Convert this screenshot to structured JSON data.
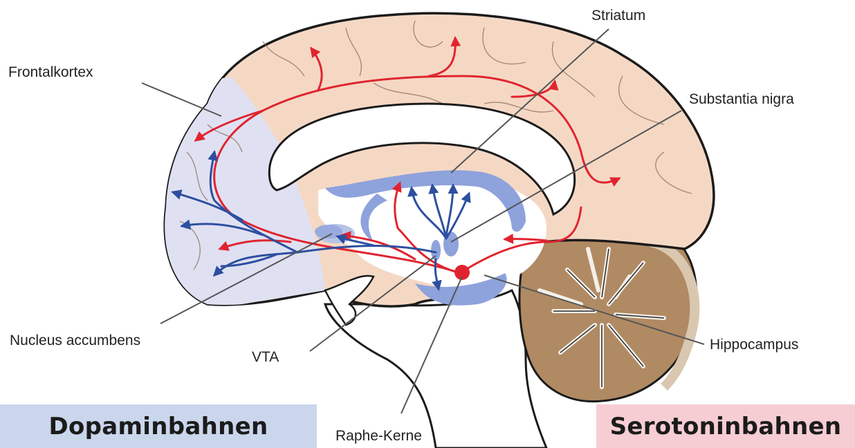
{
  "labels": {
    "frontal": "Frontalkortex",
    "striatum": "Striatum",
    "substantia": "Substantia nigra",
    "accumbens": "Nucleus accumbens",
    "vta": "VTA",
    "hippocampus": "Hippocampus",
    "raphe": "Raphe-Kerne"
  },
  "legend": {
    "dopamine": "Dopaminbahnen",
    "serotonin": "Serotoninbahnen"
  },
  "colors": {
    "dopamine_path": "#2d4fa0",
    "serotonin_path": "#e0242f",
    "dopamine_bg": "#cad6ec",
    "serotonin_bg": "#f6cdd2",
    "cortex": "#f5d8c4",
    "frontal_region": "#dfe1f2",
    "cerebellum": "#b08a63",
    "leader_line": "#555555"
  }
}
